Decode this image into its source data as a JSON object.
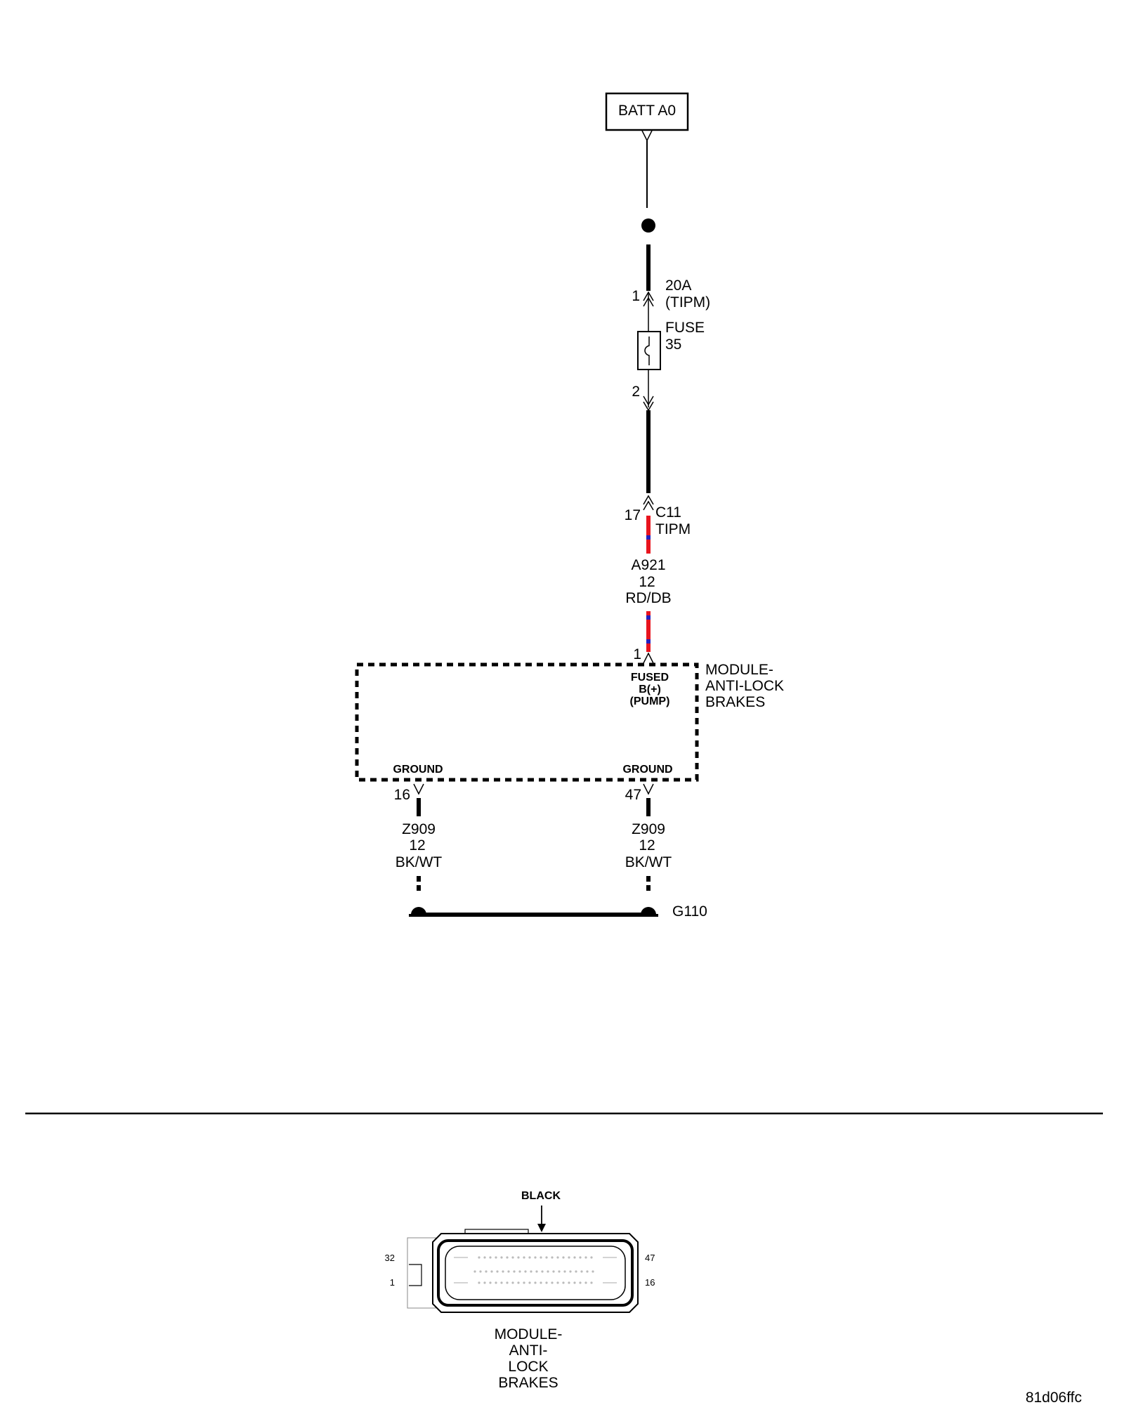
{
  "power_source": {
    "label": "BATT A0"
  },
  "fuse": {
    "rating": "20A",
    "location": "(TIPM)",
    "name": "FUSE",
    "number": "35",
    "pin_in": "1",
    "pin_out": "2"
  },
  "connector_c11": {
    "pin": "17",
    "name": "C11",
    "location": "TIPM"
  },
  "wire_a921": {
    "circuit": "A921",
    "gauge": "12",
    "color": "RD/DB",
    "color_primary": "#e8141e",
    "color_tracer": "#2020c0"
  },
  "module": {
    "title_line1": "MODULE-",
    "title_line2": "ANTI-LOCK",
    "title_line3": "BRAKES",
    "pin_power": "1",
    "power_label_line1": "FUSED",
    "power_label_line2": "B(+)",
    "power_label_line3": "(PUMP)",
    "ground_left_label": "GROUND",
    "ground_left_pin": "16",
    "ground_right_label": "GROUND",
    "ground_right_pin": "47"
  },
  "wire_z909_left": {
    "circuit": "Z909",
    "gauge": "12",
    "color": "BK/WT"
  },
  "wire_z909_right": {
    "circuit": "Z909",
    "gauge": "12",
    "color": "BK/WT"
  },
  "ground_point": {
    "label": "G110"
  },
  "connector_view": {
    "color_label": "BLACK",
    "pin_top_left": "32",
    "pin_bottom_left": "1",
    "pin_top_right": "47",
    "pin_bottom_right": "16",
    "name_line1": "MODULE-",
    "name_line2": "ANTI-",
    "name_line3": "LOCK",
    "name_line4": "BRAKES"
  },
  "figure_id": "81d06ffc"
}
